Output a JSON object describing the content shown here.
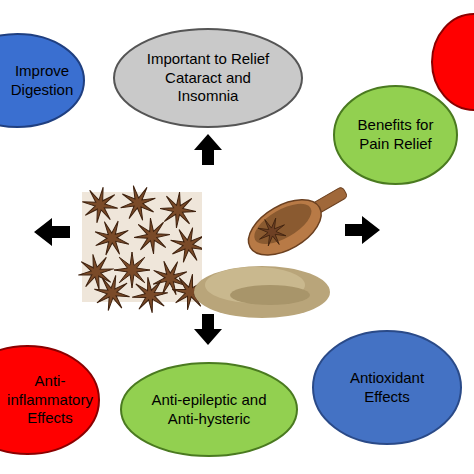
{
  "diagram": {
    "nodes": [
      {
        "text": [
          "Improve Digestion"
        ]
      },
      {
        "text": [
          "Important to Relief Cataract and Insomnia"
        ]
      },
      {
        "text": [
          "Benefits for Pain Relief"
        ]
      },
      {
        "text": [
          "Anti-inflammatory Effects"
        ]
      },
      {
        "text": [
          "Anti-epileptic and Anti-hysteric"
        ]
      },
      {
        "text": [
          "Antioxidant Effects"
        ]
      }
    ]
  }
}
